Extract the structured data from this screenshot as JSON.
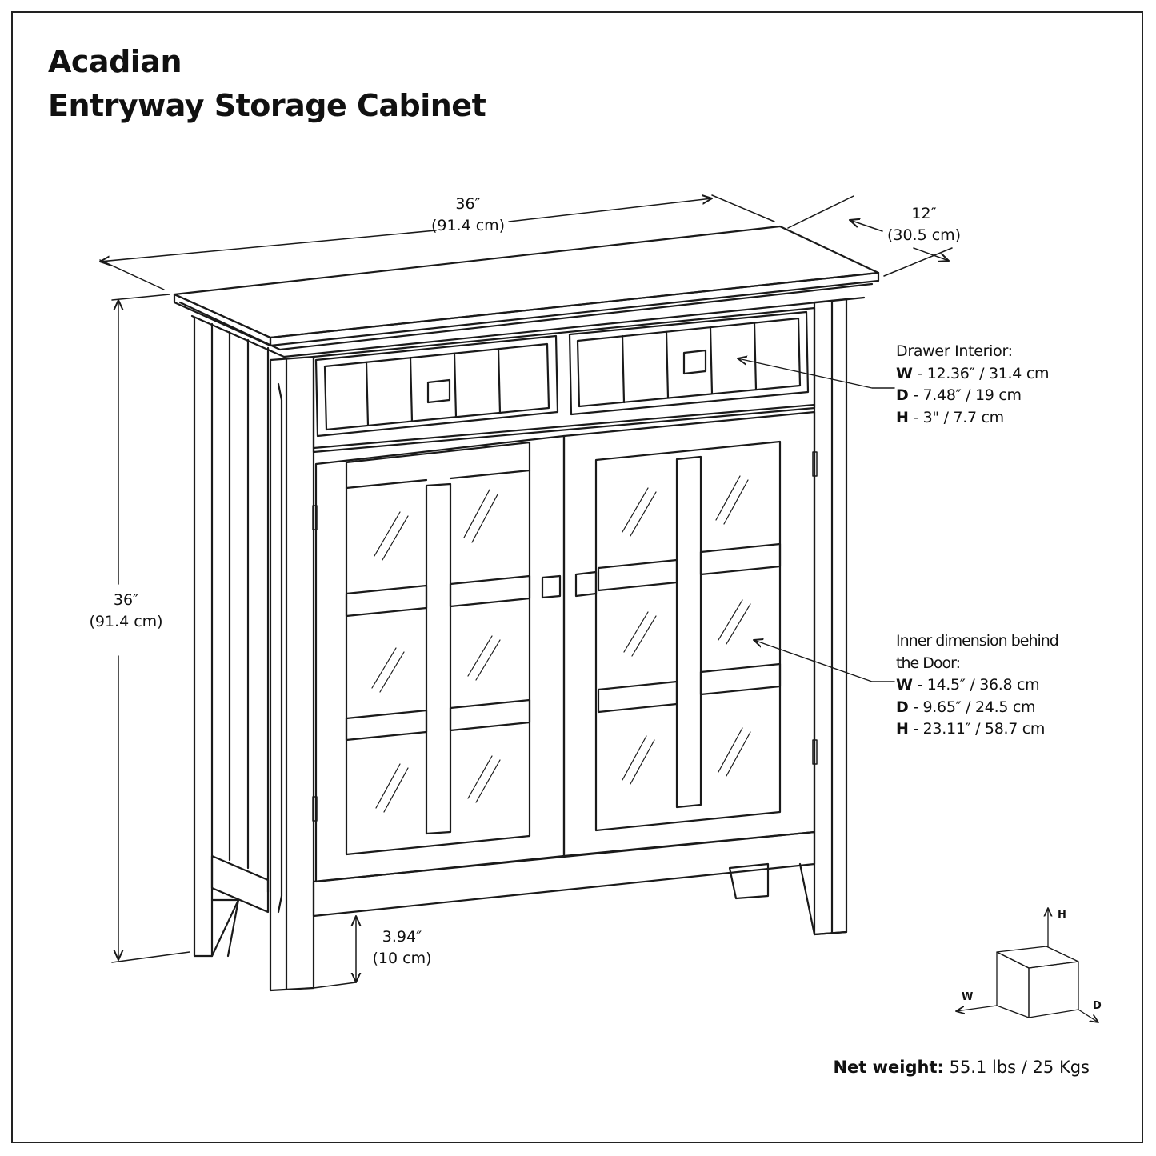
{
  "title": {
    "line1": "Acadian",
    "line2": "Entryway Storage Cabinet"
  },
  "dimensions": {
    "width": {
      "in": "36″",
      "cm": "(91.4 cm)"
    },
    "depth": {
      "in": "12″",
      "cm": "(30.5 cm)"
    },
    "height": {
      "in": "36″",
      "cm": "(91.4 cm)"
    },
    "leg": {
      "in": "3.94″",
      "cm": "(10 cm)"
    }
  },
  "drawer_interior": {
    "heading": "Drawer Interior:",
    "w_key": "W",
    "w_val": " - 12.36″ / 31.4 cm",
    "d_key": "D",
    "d_val": " - 7.48″ / 19 cm",
    "h_key": "H",
    "h_val": " - 3\" / 7.7 cm"
  },
  "inner_dimension": {
    "heading1": "Inner dimension behind",
    "heading2": "the Door:",
    "w_key": "W",
    "w_val": " - 14.5″ / 36.8 cm",
    "d_key": "D",
    "d_val": " - 9.65″ / 24.5 cm",
    "h_key": "H",
    "h_val": " - 23.11″ / 58.7 cm"
  },
  "axes": {
    "h": "H",
    "w": "W",
    "d": "D"
  },
  "net_weight": {
    "label": "Net weight:",
    "value": " 55.1 lbs / 25 Kgs"
  }
}
